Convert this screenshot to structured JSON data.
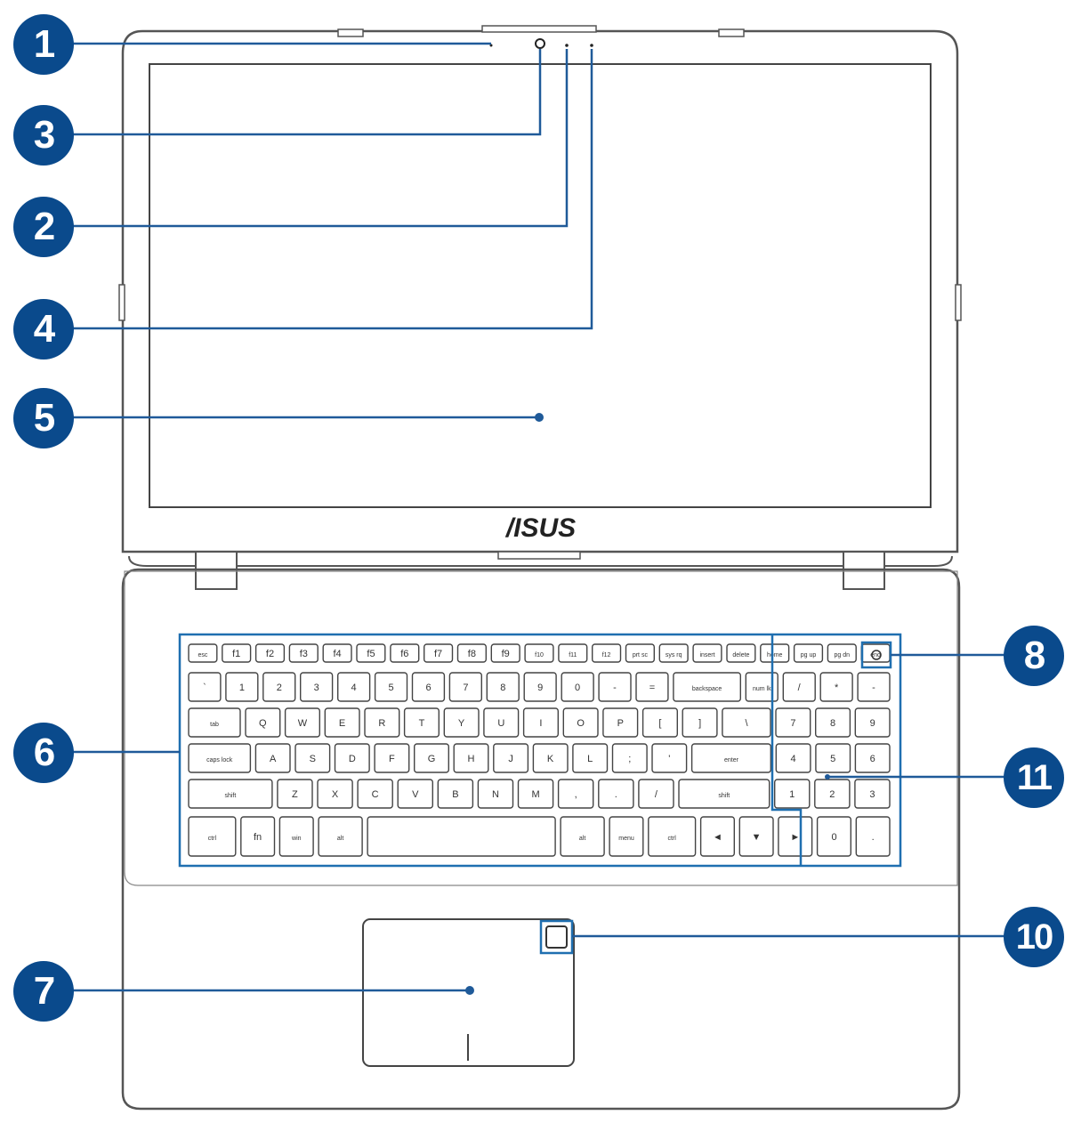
{
  "brand": {
    "logo_text": "/ISUS"
  },
  "colors": {
    "callout": "#0a4a8c",
    "outline": "#555555",
    "highlight": "#1f6fb0"
  },
  "callouts": [
    {
      "id": "1",
      "label": "1"
    },
    {
      "id": "2",
      "label": "2"
    },
    {
      "id": "3",
      "label": "3"
    },
    {
      "id": "4",
      "label": "4"
    },
    {
      "id": "5",
      "label": "5"
    },
    {
      "id": "6",
      "label": "6"
    },
    {
      "id": "7",
      "label": "7"
    },
    {
      "id": "8",
      "label": "8"
    },
    {
      "id": "10",
      "label": "10"
    },
    {
      "id": "11",
      "label": "11"
    }
  ],
  "keyboard": {
    "rows": [
      [
        "esc",
        "f1",
        "f2",
        "f3",
        "f4",
        "f5",
        "f6",
        "f7",
        "f8",
        "f9",
        "f10",
        "f11",
        "f12",
        "prt sc",
        "sys rq",
        "insert",
        "delete",
        "home",
        "pg up",
        "pg dn",
        "end"
      ],
      [
        "`",
        "1",
        "2",
        "3",
        "4",
        "5",
        "6",
        "7",
        "8",
        "9",
        "0",
        "-",
        "=",
        "backspace",
        "num lk",
        "/",
        "*",
        "-"
      ],
      [
        "tab",
        "Q",
        "W",
        "E",
        "R",
        "T",
        "Y",
        "U",
        "I",
        "O",
        "P",
        "[",
        "]",
        "\\",
        "7",
        "8",
        "9"
      ],
      [
        "caps lock",
        "A",
        "S",
        "D",
        "F",
        "G",
        "H",
        "J",
        "K",
        "L",
        ";",
        "'",
        "enter",
        "4",
        "5",
        "6"
      ],
      [
        "shift",
        "Z",
        "X",
        "C",
        "V",
        "B",
        "N",
        "M",
        ",",
        ".",
        "/",
        "shift",
        "1",
        "2",
        "3"
      ],
      [
        "ctrl",
        "fn",
        "win",
        "alt",
        "",
        "alt",
        "menu",
        "ctrl",
        "◄",
        "▼",
        "►",
        "0",
        "."
      ]
    ]
  }
}
